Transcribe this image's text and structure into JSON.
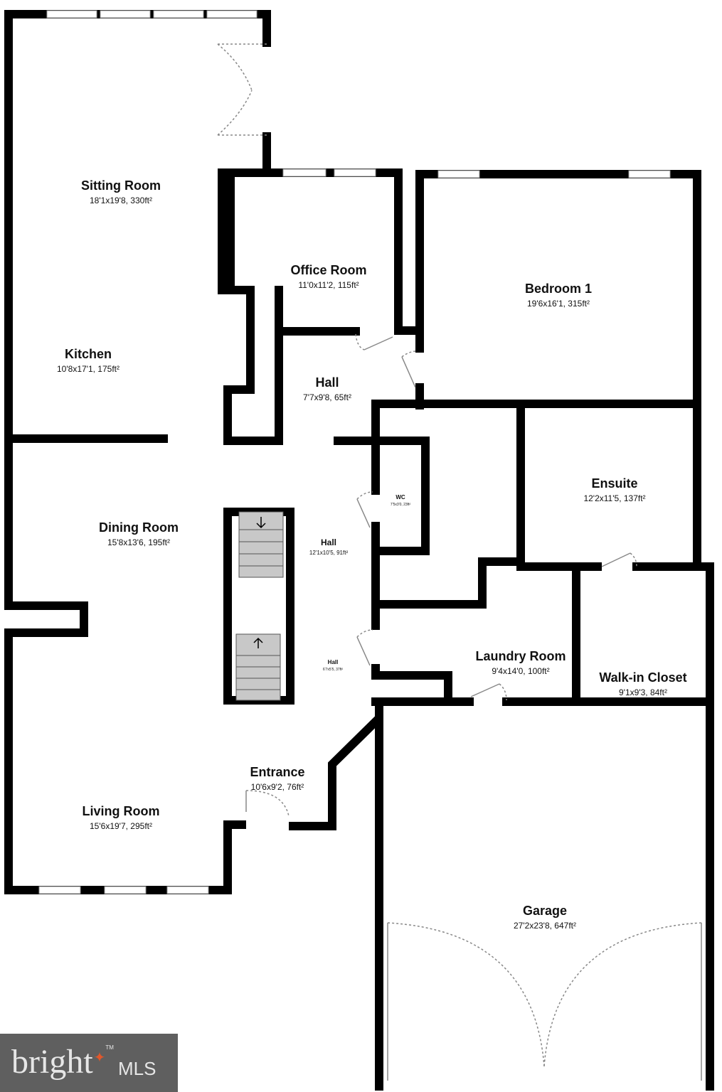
{
  "rooms": [
    {
      "name": "Sitting Room",
      "dims": "18'1x19'8, 330ft²"
    },
    {
      "name": "Office Room",
      "dims": "11'0x11'2, 115ft²"
    },
    {
      "name": "Bedroom 1",
      "dims": "19'6x16'1, 315ft²"
    },
    {
      "name": "Kitchen",
      "dims": "10'8x17'1, 175ft²"
    },
    {
      "name": "Hall",
      "dims": "7'7x9'8, 65ft²"
    },
    {
      "name": "Ensuite",
      "dims": "12'2x11'5, 137ft²"
    },
    {
      "name": "WC",
      "dims": "7'5x3'0, 23ft²"
    },
    {
      "name": "Dining Room",
      "dims": "15'8x13'6, 195ft²"
    },
    {
      "name": "Hall",
      "dims": "12'1x10'5, 91ft²"
    },
    {
      "name": "Laundry Room",
      "dims": "9'4x14'0, 100ft²"
    },
    {
      "name": "Hall",
      "dims": "6'7x5'5, 37ft²"
    },
    {
      "name": "Walk-in Closet",
      "dims": "9'1x9'3, 84ft²"
    },
    {
      "name": "Entrance",
      "dims": "10'6x9'2, 76ft²"
    },
    {
      "name": "Living Room",
      "dims": "15'6x19'7, 295ft²"
    },
    {
      "name": "Garage",
      "dims": "27'2x23'8, 647ft²"
    }
  ],
  "stairs": {
    "down_icon": "arrow-down-icon",
    "up_icon": "arrow-up-icon"
  },
  "logo": {
    "text": "bright",
    "suffix": "MLS",
    "tm": "TM",
    "accent": "#e0572b"
  },
  "colors": {
    "wall": "#000000",
    "stair": "#c8c8c8",
    "door": "#888888"
  }
}
